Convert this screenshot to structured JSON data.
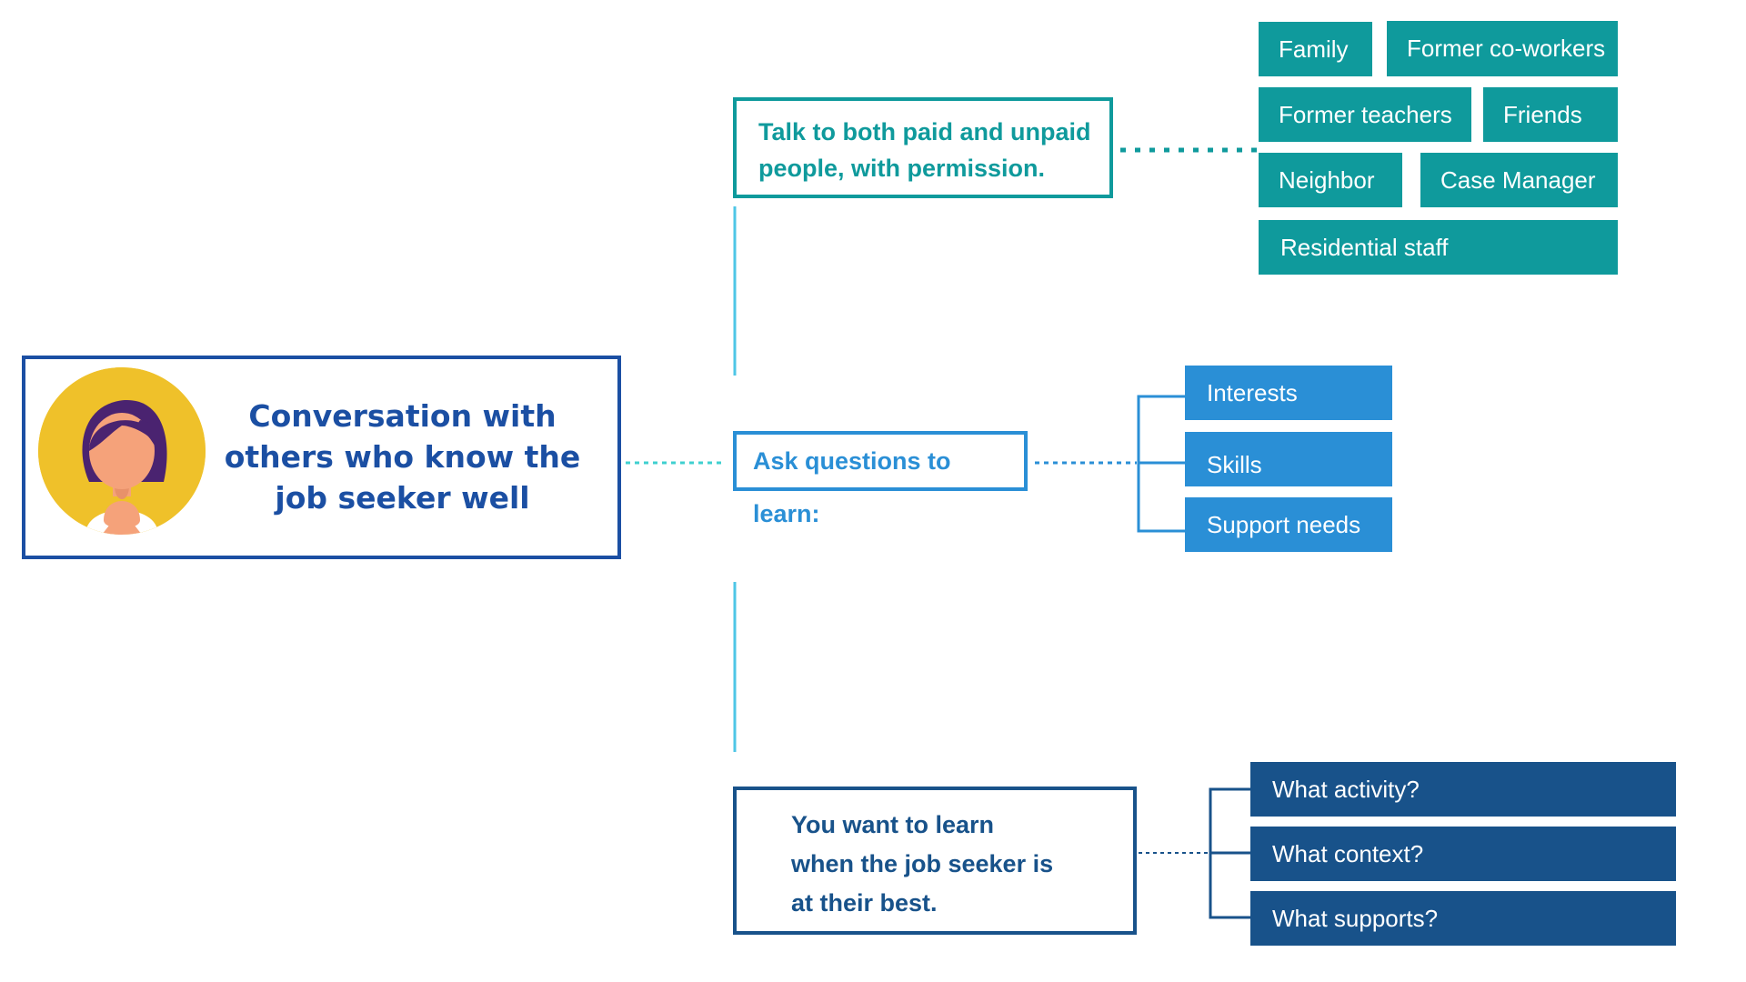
{
  "center": {
    "title_lines": [
      "Conversation with",
      "others who know the",
      "job seeker well"
    ]
  },
  "branches": {
    "talk": {
      "lines": [
        "Talk to both paid and unpaid",
        "people, with permission."
      ]
    },
    "ask": {
      "label": "Ask questions to learn:"
    },
    "best": {
      "lines": [
        "You want to learn",
        "when the job seeker is",
        "at their best."
      ]
    }
  },
  "people": [
    "Family",
    "Former co-workers",
    "Former teachers",
    "Friends",
    "Neighbor",
    "Case Manager",
    "Residential staff"
  ],
  "questions": [
    "Interests",
    "Skills",
    "Support needs"
  ],
  "best_questions": [
    "What activity?",
    "What context?",
    "What supports?"
  ],
  "colors": {
    "dark_blue": "#1b4fa3",
    "teal": "#0f9a9c",
    "blue": "#2a8fd6",
    "navy": "#18528a",
    "light_blue_line": "#4ec6e6",
    "avatar_bg": "#efc12a",
    "hair": "#4a2370",
    "skin": "#f5a27a"
  },
  "icons": {
    "avatar": "woman-avatar-icon"
  }
}
